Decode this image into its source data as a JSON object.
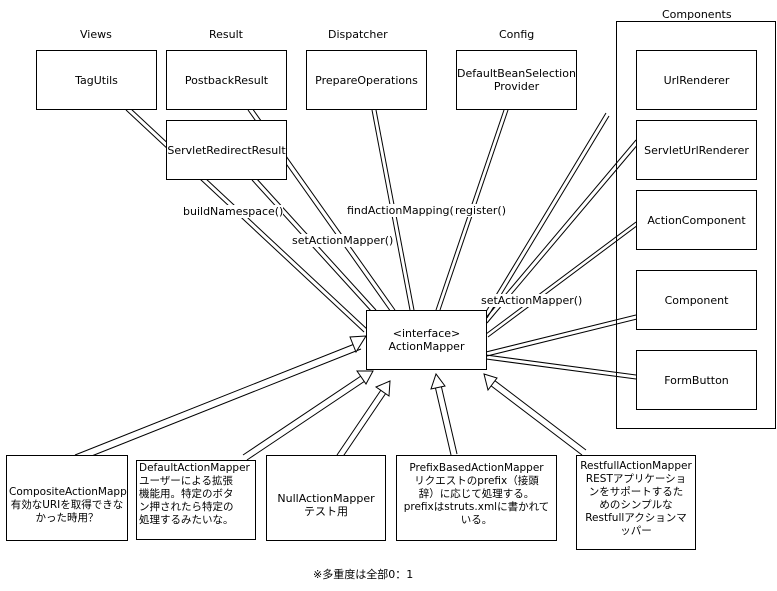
{
  "groups": {
    "views": "Views",
    "result": "Result",
    "dispatcher": "Dispatcher",
    "config": "Config",
    "components": "Components"
  },
  "classes": {
    "tag_utils": "TagUtils",
    "postback_result": "PostbackResult",
    "servlet_redirect_result": "ServletRedirectResult",
    "prepare_operations": "PrepareOperations",
    "default_bean_selection_provider": "DefaultBeanSelection\nProvider",
    "url_renderer": "UrlRenderer",
    "servlet_url_renderer": "ServletUrlRenderer",
    "action_component": "ActionComponent",
    "component": "Component",
    "form_button": "FormButton",
    "action_mapper_stereotype": "<interface>",
    "action_mapper": "ActionMapper"
  },
  "edge_labels": {
    "build_namespace": "buildNamespace()",
    "set_action_mapper_result": "setActionMapper()",
    "find_action_mapping": "findActionMapping()",
    "register": "register()",
    "set_action_mapper_components": "setActionMapper()"
  },
  "implementations": {
    "composite": "CompositeActionMapper\n有効なURIを取得できな\nかった時用？",
    "default": "DefaultActionMapper\nユーザーによる拡張\n機能用。特定のボタ\nン押されたら特定の\n処理するみたいな。",
    "null_mapper": "NullActionMapper\nテスト用",
    "prefix": "PrefixBasedActionMapper\nリクエストのprefix（接頭\n辞）に応じて処理する。\nprefixはstruts.xmlに書かれて\nいる。",
    "restful": "RestfullActionMapper\nRESTアプリケーショ\nンをサポートするた\nめのシンプルな\nRestfullアクションマ\nッパー"
  },
  "footer": "※多重度は全部0：1"
}
